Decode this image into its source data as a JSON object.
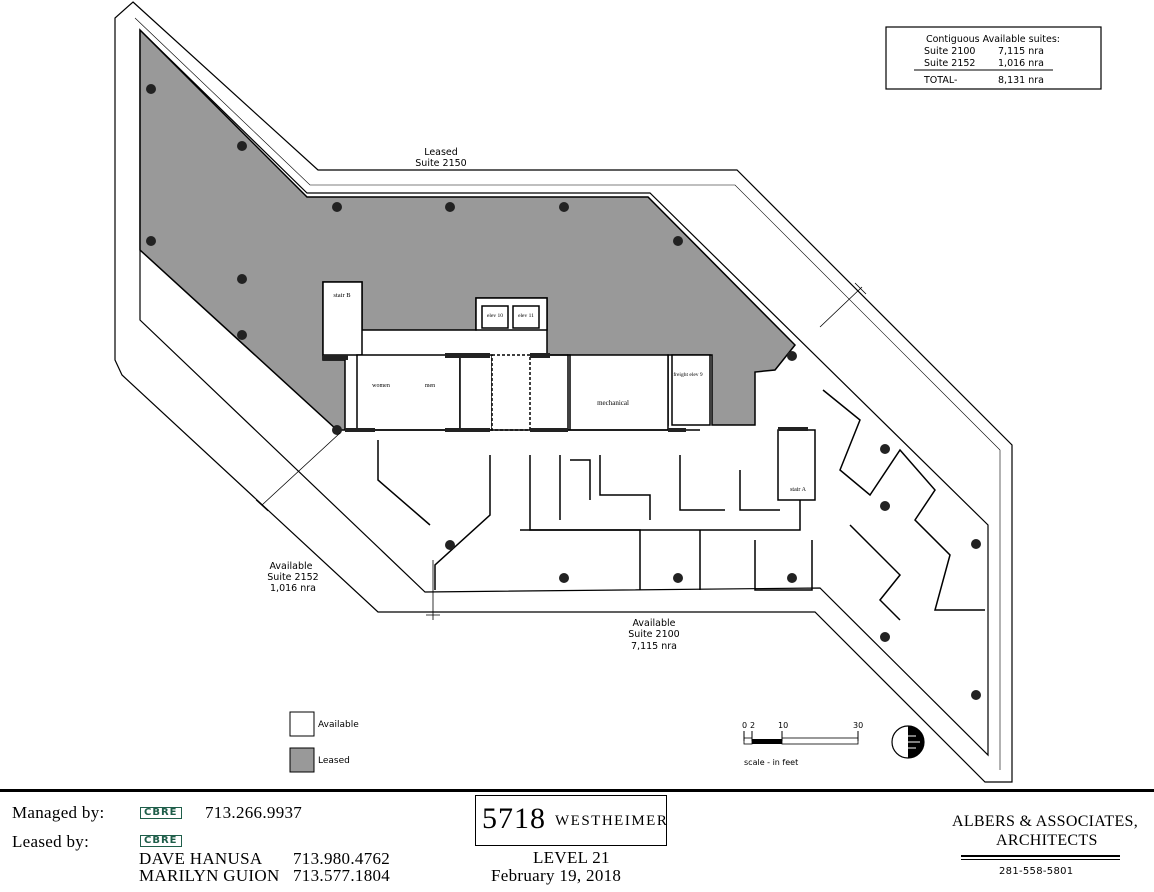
{
  "suites_table": {
    "title": "Contiguous Available suites:",
    "rows": [
      {
        "suite": "Suite 2100",
        "area": "7,115 nra"
      },
      {
        "suite": "Suite 2152",
        "area": "1,016 nra"
      }
    ],
    "total_label": "TOTAL-",
    "total_area": "8,131 nra"
  },
  "labels": {
    "leased_status": "Leased",
    "leased_suite": "Suite 2150",
    "avail_a_status": "Available",
    "avail_a_suite": "Suite 2152",
    "avail_a_area": "1,016 nra",
    "avail_b_status": "Available",
    "avail_b_suite": "Suite 2100",
    "avail_b_area": "7,115 nra"
  },
  "rooms": {
    "stair_b": "stair B",
    "elev_10": "elev 10",
    "elev_11": "elev 11",
    "women": "women",
    "men": "men",
    "mechanical": "mechanical",
    "freight_elev": "freight elev 9",
    "stair_a": "stair A"
  },
  "legend": {
    "available": "Available",
    "leased": "Leased",
    "available_color": "#ffffff",
    "leased_color": "#999999"
  },
  "scale": {
    "ticks": [
      "0",
      "2",
      "10",
      "30"
    ],
    "caption": "scale - in feet"
  },
  "north_arrow_icon": "north-arrow-icon",
  "footer": {
    "managed_label": "Managed by:",
    "managed_logo": "CBRE",
    "managed_phone": "713.266.9937",
    "leased_label": "Leased by:",
    "leased_logo": "CBRE",
    "agents": [
      {
        "name": "DAVE HANUSA",
        "phone": "713.980.4762"
      },
      {
        "name": "MARILYN GUION",
        "phone": "713.577.1804"
      }
    ],
    "building_number": "5718",
    "building_street": "WESTHEIMER",
    "level": "LEVEL 21",
    "date": "February 19, 2018",
    "architect_line1": "ALBERS & ASSOCIATES,",
    "architect_line2": "ARCHITECTS",
    "architect_phone": "281-558-5801",
    "brand_color": "#1f5e4a"
  }
}
